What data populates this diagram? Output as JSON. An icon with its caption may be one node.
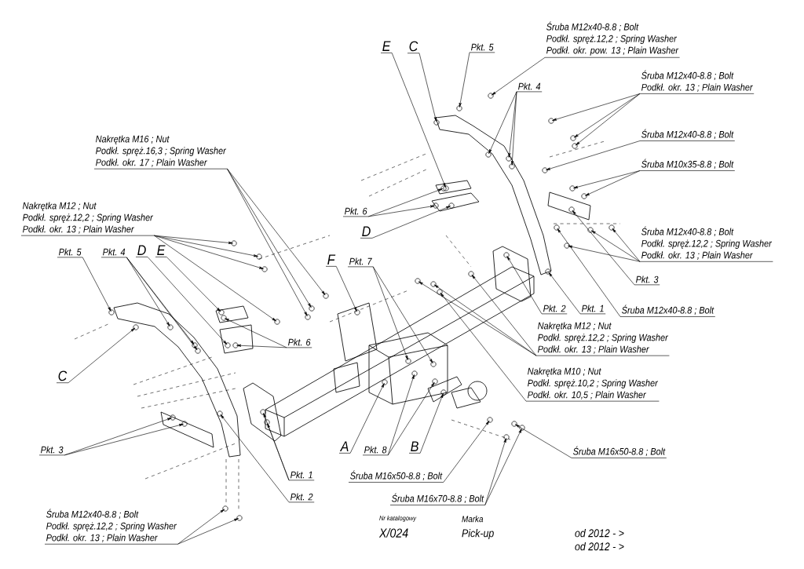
{
  "diagram": {
    "nodes": [
      {
        "text": [
          "Śruba M12x40-8.8 ; Bolt",
          "Podkł. spręż.12,2 ; Spring Washer",
          "Podkł. okr. pow. 13 ; Plain Washer"
        ]
      },
      {
        "text": [
          "Pkt. 5"
        ]
      },
      {
        "text": [
          "E"
        ]
      },
      {
        "text": [
          "C"
        ]
      },
      {
        "text": [
          "Pkt. 4"
        ]
      },
      {
        "text": [
          "Śruba M12x40-8.8 ; Bolt",
          "Podkł. okr. 13 ; Plain Washer"
        ]
      },
      {
        "text": [
          "Śruba M12x40-8.8 ; Bolt"
        ]
      },
      {
        "text": [
          "Śruba M10x35-8.8 ; Bolt"
        ]
      },
      {
        "text": [
          "Śruba M12x40-8.8 ; Bolt",
          "Podkł. spręż.12,2 ; Spring Washer",
          "Podkł. okr. 13 ; Plain Washer"
        ]
      },
      {
        "text": [
          "Pkt. 3"
        ]
      },
      {
        "text": [
          "Śruba M12x40-8.8 ; Bolt"
        ]
      },
      {
        "text": [
          "Pkt. 1"
        ]
      },
      {
        "text": [
          "Pkt. 2"
        ]
      },
      {
        "text": [
          "Nakrętka M12 ; Nut",
          "Podkł. spręż.12,2 ; Spring Washer",
          "Podkł. okr. 13 ; Plain Washer"
        ]
      },
      {
        "text": [
          "Nakrętka M10 ; Nut",
          "Podkł. spręż.10,2 ; Spring Washer",
          "Podkł. okr. 10,5 ; Plain Washer"
        ]
      },
      {
        "text": [
          "Śruba M16x50-8.8 ; Bolt"
        ]
      },
      {
        "text": [
          "Nakrętka M16 ; Nut",
          "Podkł. spręż.16,3 ; Spring Washer",
          "Podkł. okr. 17 ; Plain Washer"
        ]
      },
      {
        "text": [
          "Nakrętka M12 ; Nut",
          "Podkł. spręż.12,2 ; Spring Washer",
          "Podkł. okr. 13 ; Plain Washer"
        ]
      },
      {
        "text": [
          "Pkt. 5"
        ]
      },
      {
        "text": [
          "Pkt. 4"
        ]
      },
      {
        "text": [
          "D"
        ]
      },
      {
        "text": [
          "E"
        ]
      },
      {
        "text": [
          "F"
        ]
      },
      {
        "text": [
          "Pkt. 7"
        ]
      },
      {
        "text": [
          "Pkt. 6"
        ]
      },
      {
        "text": [
          "D"
        ]
      },
      {
        "text": [
          "Pkt. 6"
        ]
      },
      {
        "text": [
          "C"
        ]
      },
      {
        "text": [
          "Pkt. 3"
        ]
      },
      {
        "text": [
          "A"
        ]
      },
      {
        "text": [
          "Pkt. 8"
        ]
      },
      {
        "text": [
          "B"
        ]
      },
      {
        "text": [
          "Śruba M16x50-8.8 ; Bolt"
        ]
      },
      {
        "text": [
          "Śruba M16x70-8.8 ; Bolt"
        ]
      },
      {
        "text": [
          "Pkt. 1"
        ]
      },
      {
        "text": [
          "Pkt. 2"
        ]
      },
      {
        "text": [
          "Śruba M12x40-8.8 ; Bolt",
          "Podkł. spręż.12,2 ; Spring Washer",
          "Podkł. okr. 13 ; Plain Washer"
        ]
      },
      {
        "text": [],
        "shape": "picture"
      },
      {
        "text": [],
        "shape": "picture"
      },
      {
        "text": [],
        "shape": "picture"
      },
      {
        "text": [],
        "shape": "picture"
      },
      {
        "text": [],
        "shape": "picture"
      },
      {
        "text": [],
        "shape": "picture"
      },
      {
        "text": [],
        "shape": "picture"
      },
      {
        "text": [],
        "shape": "picture"
      },
      {
        "text": [],
        "shape": "picture"
      },
      {
        "text": [],
        "shape": "picture"
      },
      {
        "text": [],
        "shape": "picture"
      },
      {
        "text": [],
        "shape": "picture"
      },
      {
        "text": [],
        "shape": "picture"
      },
      {
        "text": [],
        "shape": "picture"
      }
    ],
    "edges": [
      {
        "from": 0,
        "to": 39,
        "arrow": "to"
      },
      {
        "from": 1,
        "to": 39,
        "arrow": "to"
      },
      {
        "from": 2,
        "to": 45,
        "arrow": "to"
      },
      {
        "from": 3,
        "to": 39,
        "arrow": "to"
      },
      {
        "from": 4,
        "to": 39,
        "arrow": "to"
      },
      {
        "from": 4,
        "to": 39,
        "arrow": "to"
      },
      {
        "from": 4,
        "to": 39,
        "arrow": "to"
      },
      {
        "from": 5,
        "to": 39,
        "arrow": "to"
      },
      {
        "from": 5,
        "to": 39,
        "arrow": "to"
      },
      {
        "from": 5,
        "to": 39,
        "arrow": "to"
      },
      {
        "from": 6,
        "to": 39,
        "arrow": "to"
      },
      {
        "from": 7,
        "to": 44,
        "arrow": "to"
      },
      {
        "from": 7,
        "to": 44,
        "arrow": "to"
      },
      {
        "from": 8,
        "to": 44,
        "arrow": "to"
      },
      {
        "from": 8,
        "to": 44,
        "arrow": "to"
      },
      {
        "from": 8,
        "to": 44,
        "arrow": "to"
      },
      {
        "from": 9,
        "to": 44,
        "arrow": "to"
      },
      {
        "from": 10,
        "to": 39,
        "arrow": "to"
      },
      {
        "from": 11,
        "to": 39,
        "arrow": "to"
      },
      {
        "from": 12,
        "to": 50,
        "arrow": "to"
      },
      {
        "from": 13,
        "to": 37,
        "arrow": "to"
      },
      {
        "from": 13,
        "to": 37,
        "arrow": "to"
      },
      {
        "from": 13,
        "to": 37,
        "arrow": "to"
      },
      {
        "from": 14,
        "to": 37,
        "arrow": "to"
      },
      {
        "from": 15,
        "to": 42,
        "arrow": "to"
      },
      {
        "from": 16,
        "to": 41,
        "arrow": "to"
      },
      {
        "from": 16,
        "to": 41,
        "arrow": "to"
      },
      {
        "from": 16,
        "to": 41,
        "arrow": "to"
      },
      {
        "from": 17,
        "to": 47,
        "arrow": "to"
      },
      {
        "from": 17,
        "to": 47,
        "arrow": "to"
      },
      {
        "from": 17,
        "to": 47,
        "arrow": "to"
      },
      {
        "from": 17,
        "to": 48,
        "arrow": "to"
      },
      {
        "from": 18,
        "to": 38,
        "arrow": "to"
      },
      {
        "from": 19,
        "to": 38,
        "arrow": "to"
      },
      {
        "from": 19,
        "to": 38,
        "arrow": "to"
      },
      {
        "from": 19,
        "to": 38,
        "arrow": "to"
      },
      {
        "from": 20,
        "to": 48,
        "arrow": "to"
      },
      {
        "from": 21,
        "to": 47,
        "arrow": "to"
      },
      {
        "from": 22,
        "to": 41,
        "arrow": "to"
      },
      {
        "from": 23,
        "to": 40,
        "arrow": "to"
      },
      {
        "from": 23,
        "to": 40,
        "arrow": "to"
      },
      {
        "from": 24,
        "to": 45,
        "arrow": "to"
      },
      {
        "from": 24,
        "to": 46,
        "arrow": "to"
      },
      {
        "from": 25,
        "to": 46,
        "arrow": "to"
      },
      {
        "from": 26,
        "to": 47,
        "arrow": "to"
      },
      {
        "from": 26,
        "to": 48,
        "arrow": "to"
      },
      {
        "from": 27,
        "to": 38,
        "arrow": "to"
      },
      {
        "from": 28,
        "to": 43,
        "arrow": "to"
      },
      {
        "from": 28,
        "to": 43,
        "arrow": "to"
      },
      {
        "from": 29,
        "to": 40,
        "arrow": "to"
      },
      {
        "from": 30,
        "to": 40,
        "arrow": "to"
      },
      {
        "from": 30,
        "to": 40,
        "arrow": "to"
      },
      {
        "from": 31,
        "to": 42,
        "arrow": "to"
      },
      {
        "from": 32,
        "to": 42,
        "arrow": "to"
      },
      {
        "from": 33,
        "to": 42,
        "arrow": "to"
      },
      {
        "from": 33,
        "to": 42,
        "arrow": "to"
      },
      {
        "from": 34,
        "to": 49,
        "arrow": "to"
      },
      {
        "from": 34,
        "to": 49,
        "arrow": "to"
      },
      {
        "from": 35,
        "to": 38,
        "arrow": "to"
      },
      {
        "from": 36,
        "to": 38,
        "arrow": "to"
      },
      {
        "from": 36,
        "to": 38,
        "arrow": "to"
      }
    ],
    "labels": [
      "Nr katalogowy",
      "X/024",
      "Marka",
      "Pick-up",
      "od 2012 - >",
      "od 2012 - >"
    ]
  }
}
